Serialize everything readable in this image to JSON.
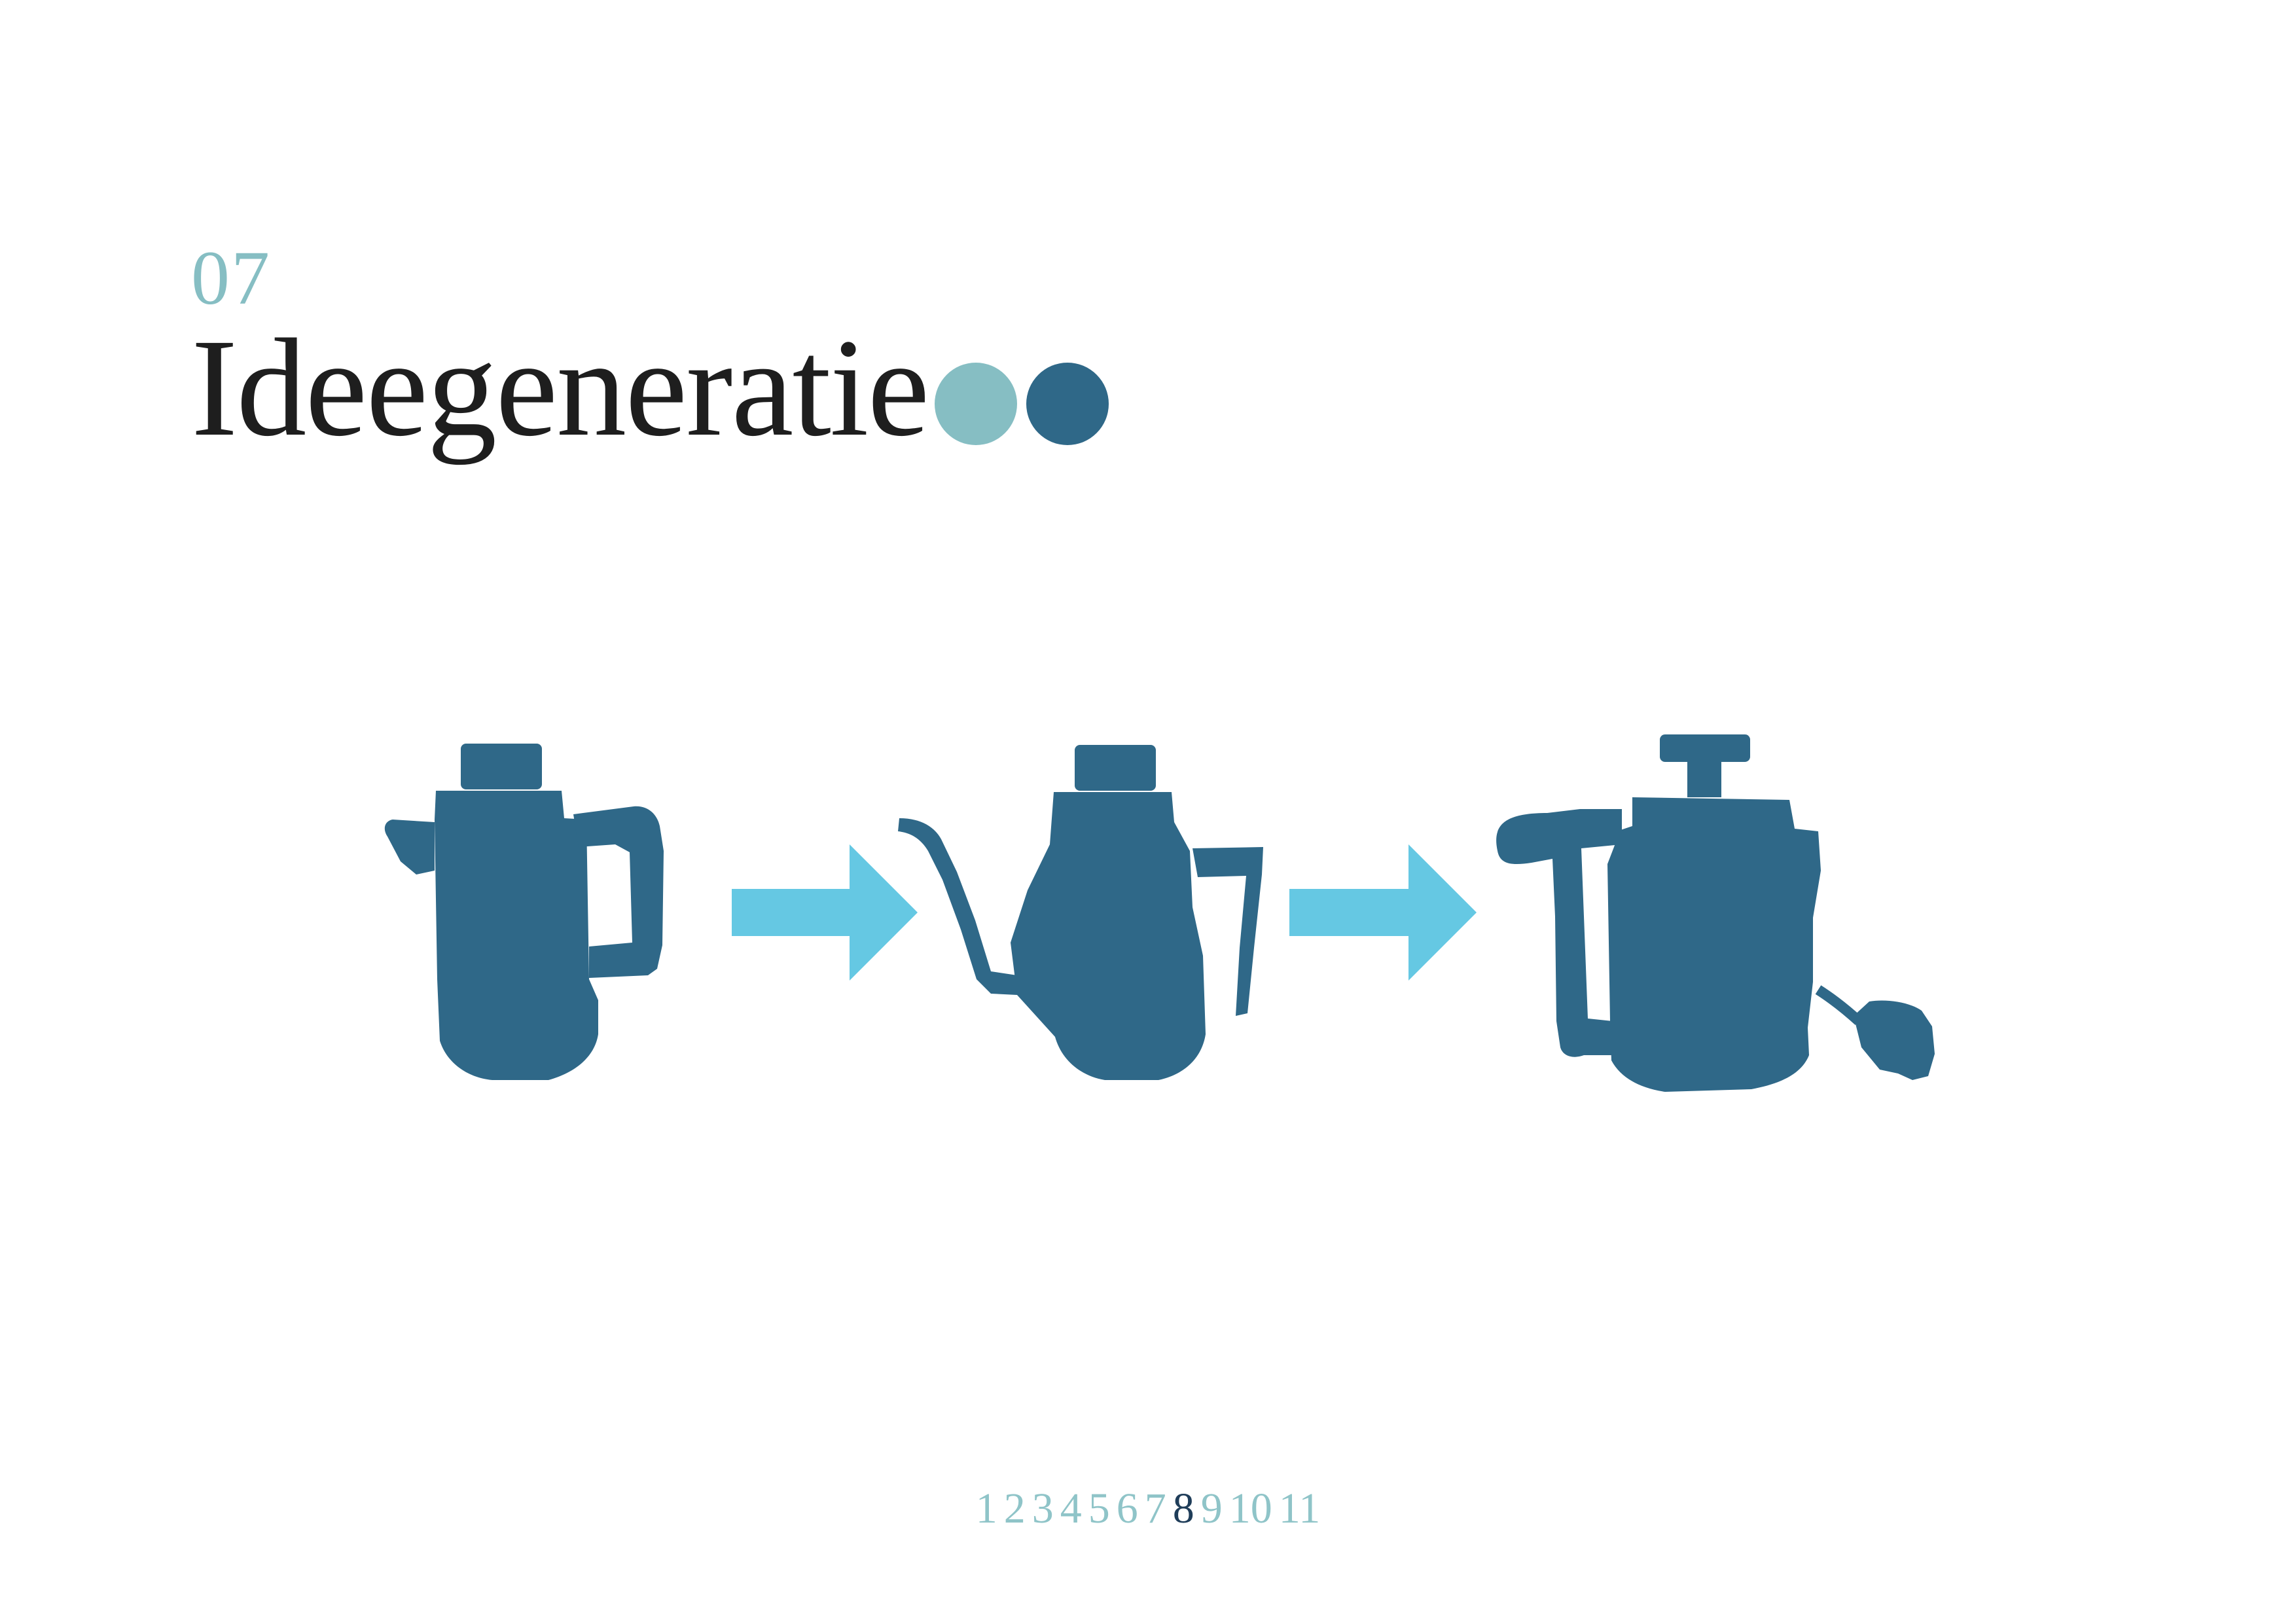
{
  "section": {
    "number": "07",
    "title": "Ideegeneratie"
  },
  "colors": {
    "accent_light": "#86bec3",
    "accent_dark": "#2f6888",
    "arrow": "#65c8e3",
    "title_text": "#1e1e1e",
    "page_active": "#1f3d59",
    "page_inactive": "#8fc4c8"
  },
  "indicator_dots": [
    {
      "name": "dot-light",
      "color": "#86bec3"
    },
    {
      "name": "dot-dark",
      "color": "#2f6888"
    }
  ],
  "concepts": [
    {
      "name": "kettle-concept-1"
    },
    {
      "name": "kettle-concept-2"
    },
    {
      "name": "kettle-concept-3"
    }
  ],
  "pagination": {
    "pages": [
      "1",
      "2",
      "3",
      "4",
      "5",
      "6",
      "7",
      "8",
      "9",
      "10",
      "11"
    ],
    "active": "8"
  }
}
